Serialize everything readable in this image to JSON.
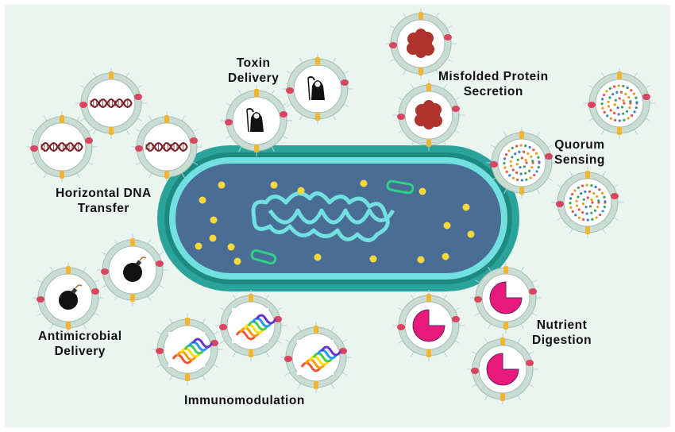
{
  "labels": {
    "horizontal_dna": "Horizontal DNA\nTransfer",
    "toxin": "Toxin\nDelivery",
    "misfolded": "Misfolded Protein\nSecretion",
    "quorum": "Quorum\nSensing",
    "antimicrobial": "Antimicrobial\nDelivery",
    "immuno": "Immunomodulation",
    "nutrient": "Nutrient\nDigestion"
  },
  "colors": {
    "background": "#eaf5f0",
    "cell_outer": "#2aa39a",
    "cell_mid": "#1d8a80",
    "cell_inner_ring": "#72dfe0",
    "cytoplasm": "#4a6d95",
    "vesicle_ring": "#c9ddd4",
    "dna": "#7a1f24",
    "protein_blob": "#b0322c",
    "enzyme": "#e8197a"
  }
}
